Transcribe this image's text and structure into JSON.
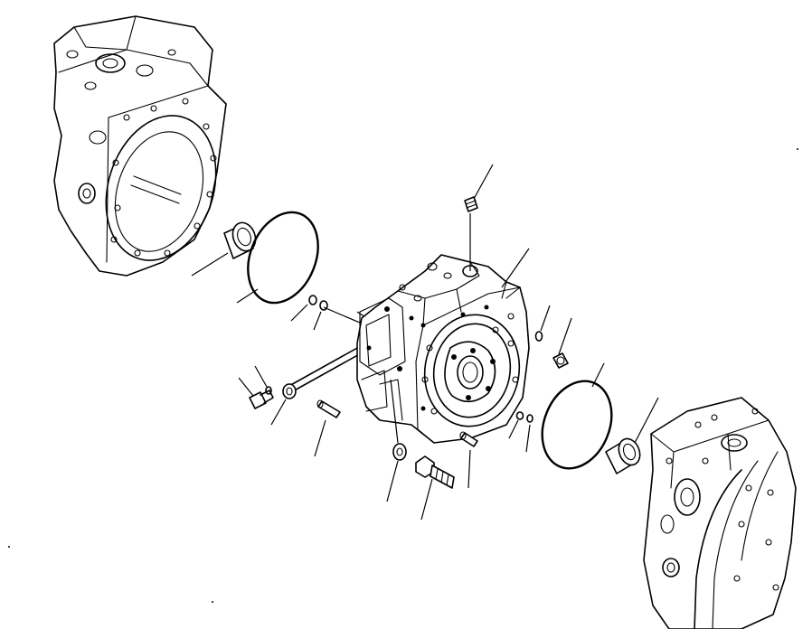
{
  "diagram": {
    "kind": "exploded-parts-view",
    "colors": {
      "ink": "#000000",
      "paper": "#ffffff"
    },
    "parts": [
      {
        "id": "pump-housing-left",
        "icon": "housing-casting"
      },
      {
        "id": "bushing-left",
        "icon": "bushing"
      },
      {
        "id": "o-ring-left",
        "icon": "o-ring"
      },
      {
        "id": "pump-body-center",
        "icon": "pump-body"
      },
      {
        "id": "top-plug",
        "icon": "plug"
      },
      {
        "id": "small-o-ring-a",
        "icon": "o-ring"
      },
      {
        "id": "small-o-ring-b",
        "icon": "o-ring"
      },
      {
        "id": "tie-rod",
        "icon": "rod"
      },
      {
        "id": "cap-screw-left",
        "icon": "screw"
      },
      {
        "id": "washer-left",
        "icon": "washer"
      },
      {
        "id": "dowel-pin-left",
        "icon": "pin"
      },
      {
        "id": "washer-bottom",
        "icon": "washer"
      },
      {
        "id": "hex-bolt",
        "icon": "bolt"
      },
      {
        "id": "dowel-pin-right",
        "icon": "pin"
      },
      {
        "id": "small-o-ring-right-a",
        "icon": "o-ring"
      },
      {
        "id": "plug-right",
        "icon": "plug"
      },
      {
        "id": "o-ring-right",
        "icon": "o-ring"
      },
      {
        "id": "bushing-right",
        "icon": "bushing"
      },
      {
        "id": "small-o-ring-lower-a",
        "icon": "o-ring"
      },
      {
        "id": "small-o-ring-lower-b",
        "icon": "o-ring"
      },
      {
        "id": "pump-housing-right",
        "icon": "housing-casting"
      }
    ]
  }
}
